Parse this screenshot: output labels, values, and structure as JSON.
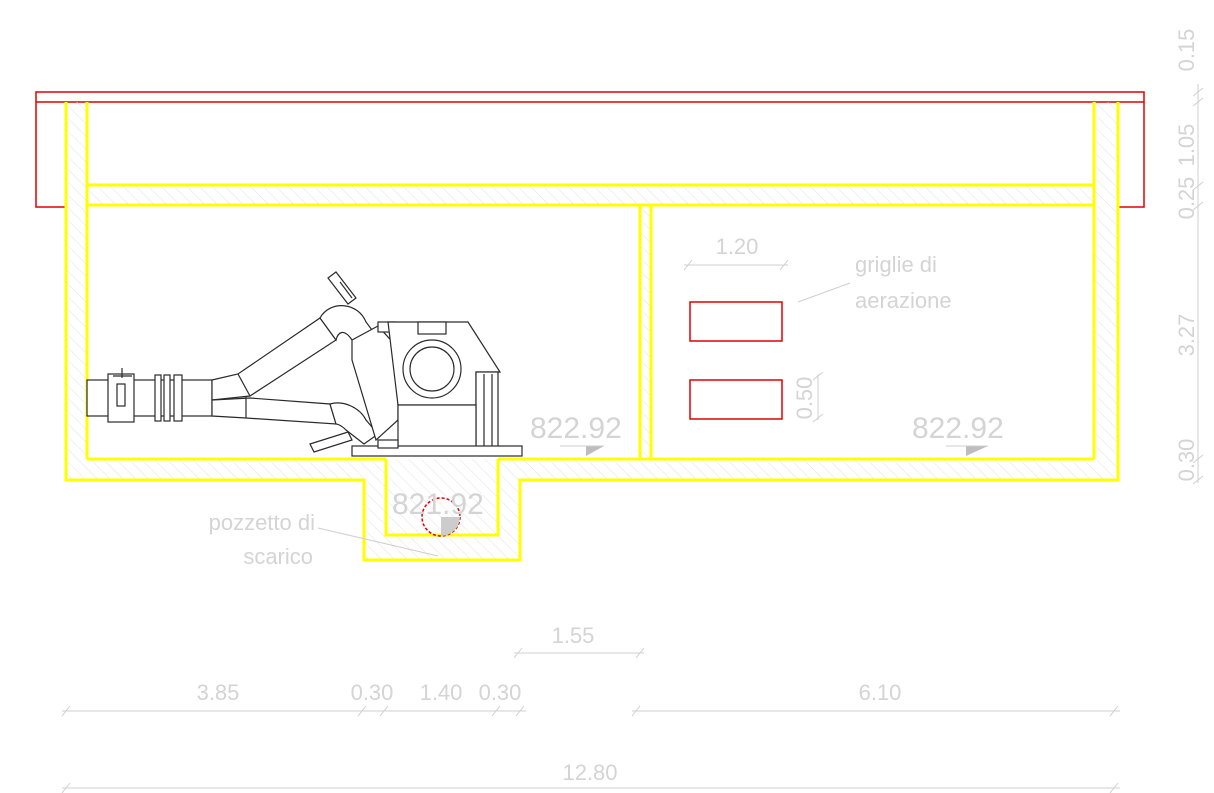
{
  "colors": {
    "walls": "#ffff00",
    "slab_outline": "#e00000",
    "grilles": "#e00000",
    "dimensions": "#d4d4d4",
    "hatch": "#e6e6e6",
    "machinery": "#2a2a2a"
  },
  "dimensions": {
    "bottom_row1": {
      "d1": "1.55"
    },
    "bottom_row2": {
      "d1": "3.85",
      "d2": "0.30",
      "d3": "1.40",
      "d4": "0.30",
      "d5": "6.10"
    },
    "bottom_total": "12.80",
    "grille_width": "1.20",
    "grille_height": "0.50",
    "right_vertical": {
      "v1": "0.15",
      "v2": "1.05",
      "v3": "0.25",
      "v4": "3.27",
      "v5": "0.30"
    }
  },
  "levels": {
    "left_room": "822.92",
    "right_room": "822.92",
    "sump": "821.92"
  },
  "labels": {
    "grilles_line1": "griglie di",
    "grilles_line2": "aerazione",
    "sump_line1": "pozzetto di",
    "sump_line2": "scarico"
  }
}
